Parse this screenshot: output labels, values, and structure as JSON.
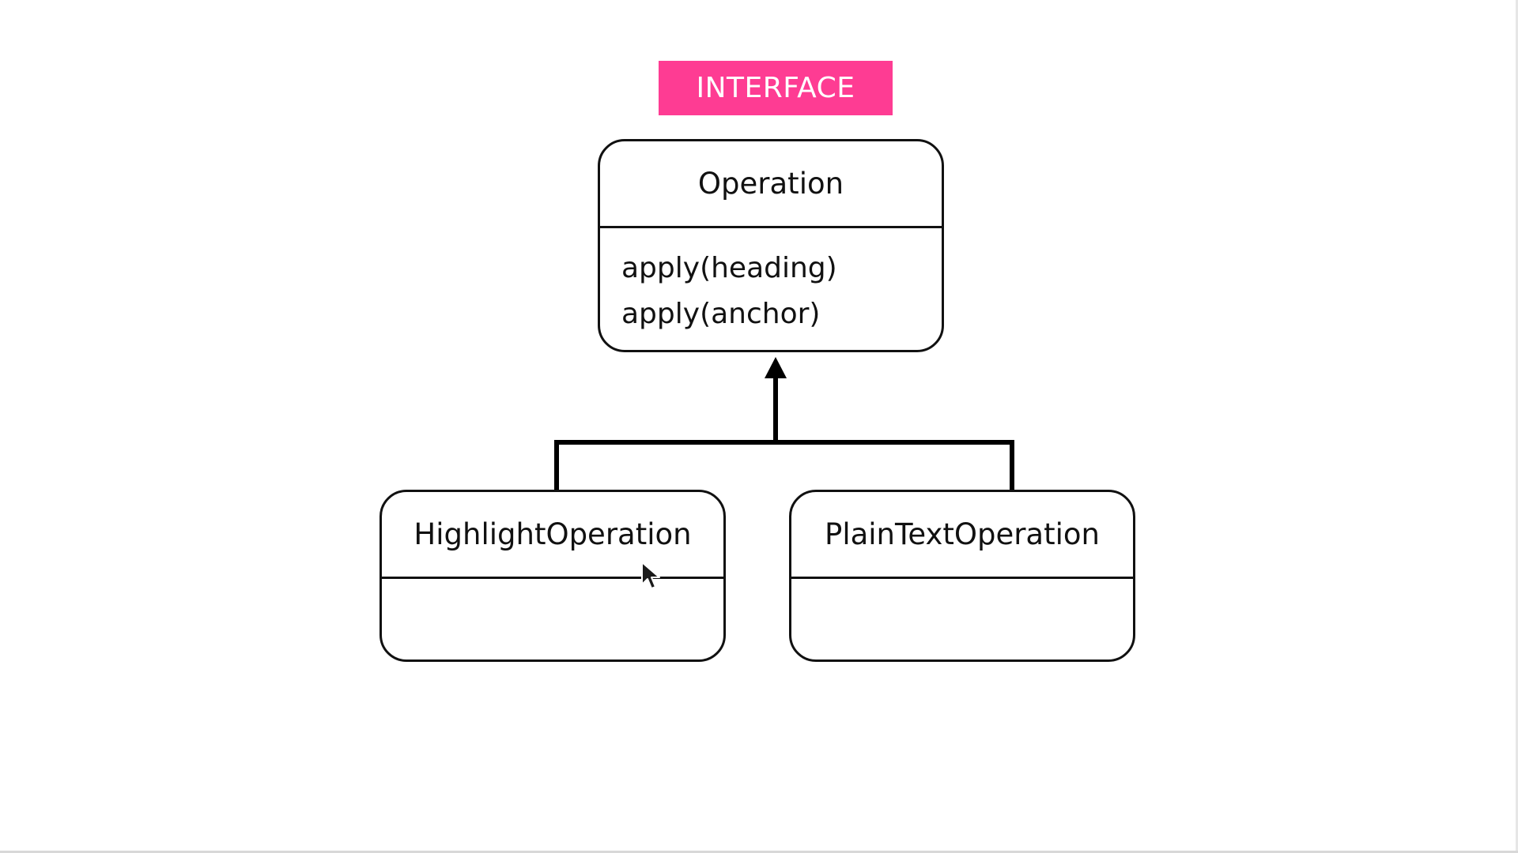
{
  "badge": {
    "label": "INTERFACE",
    "color": "#fe3c93"
  },
  "interface_class": {
    "name": "Operation",
    "methods": [
      "apply(heading)",
      "apply(anchor)"
    ]
  },
  "subclasses": [
    {
      "name": "HighlightOperation",
      "methods": []
    },
    {
      "name": "PlainTextOperation",
      "methods": []
    }
  ],
  "relationship": {
    "type": "inheritance",
    "from": [
      "HighlightOperation",
      "PlainTextOperation"
    ],
    "to": "Operation"
  },
  "cursor": {
    "icon": "mouse-pointer-icon"
  }
}
